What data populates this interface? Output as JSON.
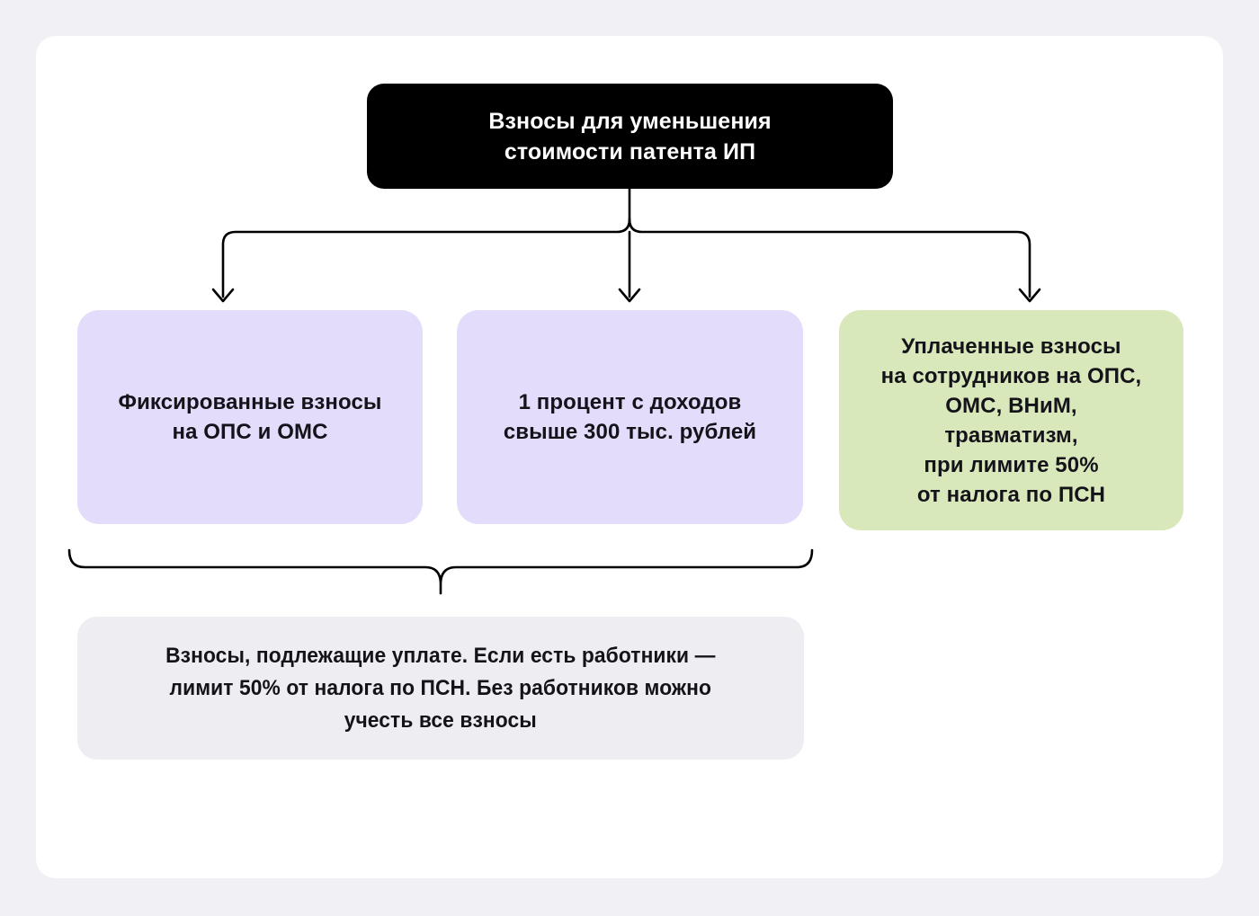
{
  "canvas": {
    "background_color": "#f1f0f4",
    "card_color": "#ffffff"
  },
  "diagram": {
    "type": "flowchart",
    "orientation": "top-down",
    "root": {
      "id": "root",
      "label": "Взносы для уменьшения\nстоимости патента ИП",
      "background_color": "#000000",
      "text_color": "#ffffff"
    },
    "branches": [
      {
        "id": "fixed-contributions",
        "label": "Фиксированные взносы\nна ОПС и ОМС",
        "background_color": "#e3dcfb",
        "text_color": "#15131a"
      },
      {
        "id": "one-percent-income",
        "label": "1 процент с доходов\nсвыше 300 тыс. рублей",
        "background_color": "#e3dcfb",
        "text_color": "#15131a"
      },
      {
        "id": "employee-contributions",
        "label": "Уплаченные взносы\nна сотрудников на ОПС,\nОМС, ВНиМ,\nтравматизм,\nпри лимите 50%\nот налога по ПСН",
        "background_color": "#d9e8bb",
        "text_color": "#15131a"
      }
    ],
    "summary": {
      "id": "payable-contributions",
      "label": "Взносы, подлежащие уплате. Если есть работники —\nлимит 50% от налога по ПСН. Без работников можно\nучесть все взносы",
      "background_color": "#eeedf2",
      "text_color": "#15131a"
    },
    "connectors": {
      "stroke_color": "#000000",
      "arrow_style": "chevron",
      "brace_label": "curly-brace-joining-first-two-branches-to-summary"
    }
  }
}
